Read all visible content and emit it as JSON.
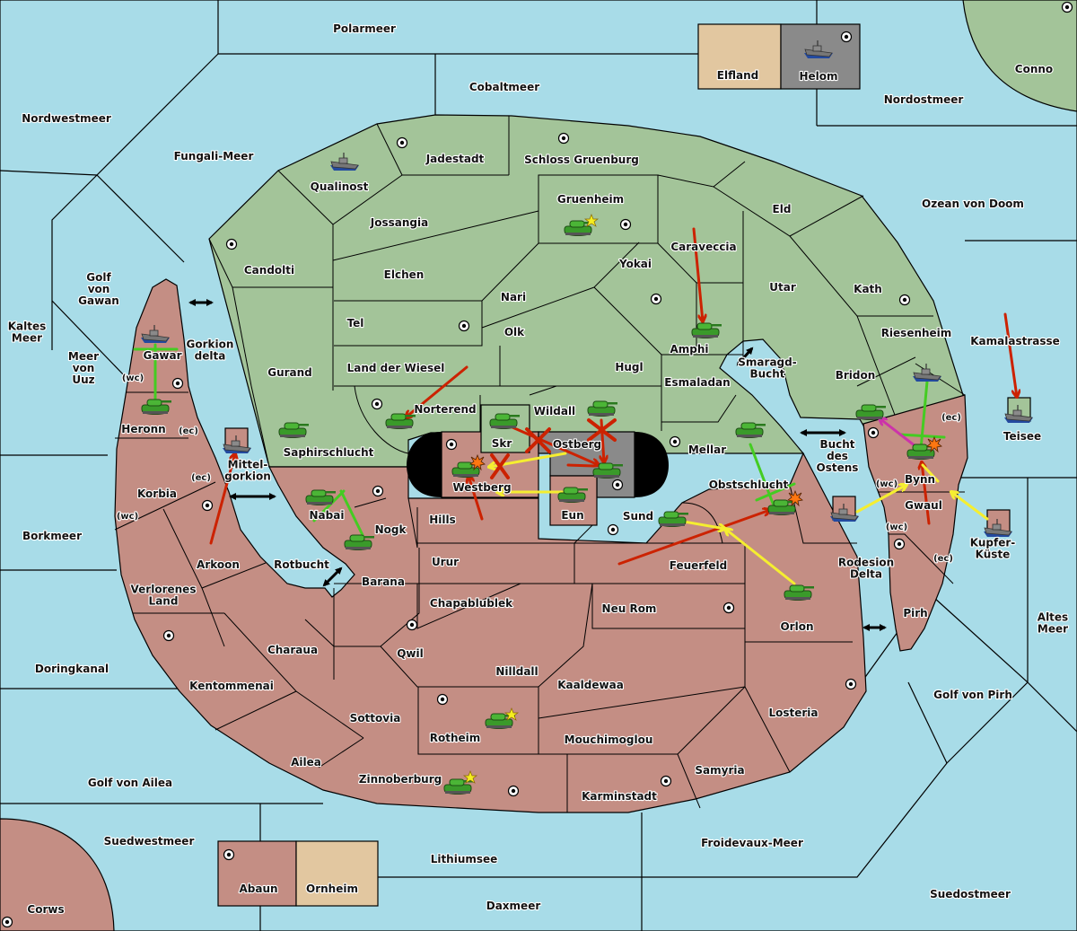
{
  "map": {
    "colors": {
      "sea": "#a8dce8",
      "green_power": "#a3c499",
      "red_power": "#c48e84",
      "neutral": "#e2c7a0",
      "impassable": "#8a8a8a",
      "move_order": "#cc2200",
      "support_order": "#44cc22",
      "convoy_order": "#f5ee30",
      "retreat_order": "#cc33aa"
    },
    "sea_labels": [
      {
        "id": "polarmeer",
        "text": "Polarmeer"
      },
      {
        "id": "cobaltmeer",
        "text": "Cobaltmeer"
      },
      {
        "id": "nordwestmeer",
        "text": "Nordwestmeer"
      },
      {
        "id": "fungali-meer",
        "text": "Fungali-Meer"
      },
      {
        "id": "nordostmeer",
        "text": "Nordostmeer"
      },
      {
        "id": "ozean-von-doom",
        "text": "Ozean von Doom"
      },
      {
        "id": "golf-von-gawan",
        "text": "Golf von Gawan"
      },
      {
        "id": "kaltes-meer",
        "text": "Kaltes Meer"
      },
      {
        "id": "meer-von-uuz",
        "text": "Meer von Uuz"
      },
      {
        "id": "gorkion-delta",
        "text": "Gorkion delta"
      },
      {
        "id": "mittel-gorkion",
        "text": "Mittel- gorkion"
      },
      {
        "id": "kamalastrasse",
        "text": "Kamalastrasse"
      },
      {
        "id": "smaragd-bucht",
        "text": "Smaragd- Bucht"
      },
      {
        "id": "bucht-des-ostens",
        "text": "Bucht des Ostens"
      },
      {
        "id": "borkmeer",
        "text": "Borkmeer"
      },
      {
        "id": "rotbucht",
        "text": "Rotbucht"
      },
      {
        "id": "rodesion-delta",
        "text": "Rodesion Delta"
      },
      {
        "id": "kupfer-kueste",
        "text": "Kupfer- Küste"
      },
      {
        "id": "altes-meer",
        "text": "Altes Meer"
      },
      {
        "id": "doringkanal",
        "text": "Doringkanal"
      },
      {
        "id": "golf-von-pirh",
        "text": "Golf von Pirh"
      },
      {
        "id": "golf-von-ailea",
        "text": "Golf von Ailea"
      },
      {
        "id": "suedwestmeer",
        "text": "Suedwestmeer"
      },
      {
        "id": "lithiumsee",
        "text": "Lithiumsee"
      },
      {
        "id": "froidevaux-meer",
        "text": "Froidevaux-Meer"
      },
      {
        "id": "daxmeer",
        "text": "Daxmeer"
      },
      {
        "id": "suedostmeer",
        "text": "Suedostmeer"
      }
    ],
    "green_territories": [
      {
        "id": "qualinost",
        "text": "Qualinost"
      },
      {
        "id": "jadestadt",
        "text": "Jadestadt"
      },
      {
        "id": "schloss-gruenburg",
        "text": "Schloss Gruenburg"
      },
      {
        "id": "gruenheim",
        "text": "Gruenheim"
      },
      {
        "id": "candolti",
        "text": "Candolti"
      },
      {
        "id": "jossangia",
        "text": "Jossangia"
      },
      {
        "id": "eld",
        "text": "Eld"
      },
      {
        "id": "caraveccia",
        "text": "Caraveccia"
      },
      {
        "id": "elchen",
        "text": "Elchen"
      },
      {
        "id": "yokai",
        "text": "Yokai"
      },
      {
        "id": "nari",
        "text": "Nari"
      },
      {
        "id": "utar",
        "text": "Utar"
      },
      {
        "id": "kath",
        "text": "Kath"
      },
      {
        "id": "tel",
        "text": "Tel"
      },
      {
        "id": "olk",
        "text": "Olk"
      },
      {
        "id": "amphi",
        "text": "Amphi"
      },
      {
        "id": "riesenheim",
        "text": "Riesenheim"
      },
      {
        "id": "gurand",
        "text": "Gurand"
      },
      {
        "id": "land-der-wiesel",
        "text": "Land der Wiesel"
      },
      {
        "id": "hugl",
        "text": "Hugl"
      },
      {
        "id": "bridon",
        "text": "Bridon"
      },
      {
        "id": "esmaladan",
        "text": "Esmaladan"
      },
      {
        "id": "norterend",
        "text": "Norterend"
      },
      {
        "id": "wildall",
        "text": "Wildall"
      },
      {
        "id": "skr",
        "text": "Skr"
      },
      {
        "id": "saphirschlucht",
        "text": "Saphirschlucht"
      },
      {
        "id": "mellar",
        "text": "Mellar"
      },
      {
        "id": "conno",
        "text": "Conno"
      },
      {
        "id": "teisee",
        "text": "Teisee"
      }
    ],
    "red_territories": [
      {
        "id": "gawar",
        "text": "Gawar"
      },
      {
        "id": "heronn",
        "text": "Heronn"
      },
      {
        "id": "korbia",
        "text": "Korbia"
      },
      {
        "id": "arkoon",
        "text": "Arkoon"
      },
      {
        "id": "verlorenes-land",
        "text": "Verlorenes Land"
      },
      {
        "id": "kentommenai",
        "text": "Kentommenai"
      },
      {
        "id": "charaua",
        "text": "Charaua"
      },
      {
        "id": "ailea",
        "text": "Ailea"
      },
      {
        "id": "nabai",
        "text": "Nabai"
      },
      {
        "id": "nogk",
        "text": "Nogk"
      },
      {
        "id": "barana",
        "text": "Barana"
      },
      {
        "id": "westberg",
        "text": "Westberg"
      },
      {
        "id": "hills",
        "text": "Hills"
      },
      {
        "id": "eun",
        "text": "Eun"
      },
      {
        "id": "sund",
        "text": "Sund"
      },
      {
        "id": "obstschlucht",
        "text": "Obstschlucht"
      },
      {
        "id": "urur",
        "text": "Urur"
      },
      {
        "id": "feuerfeld",
        "text": "Feuerfeld"
      },
      {
        "id": "chapablublek",
        "text": "Chapablublek"
      },
      {
        "id": "neu-rom",
        "text": "Neu Rom"
      },
      {
        "id": "qwil",
        "text": "Qwil"
      },
      {
        "id": "nilldall",
        "text": "Nilldall"
      },
      {
        "id": "kaaldewaa",
        "text": "Kaaldewaa"
      },
      {
        "id": "orlon",
        "text": "Orlon"
      },
      {
        "id": "sottovia",
        "text": "Sottovia"
      },
      {
        "id": "rotheim",
        "text": "Rotheim"
      },
      {
        "id": "mouchimoglou",
        "text": "Mouchimoglou"
      },
      {
        "id": "losteria",
        "text": "Losteria"
      },
      {
        "id": "zinnoberburg",
        "text": "Zinnoberburg"
      },
      {
        "id": "karminstadt",
        "text": "Karminstadt"
      },
      {
        "id": "samyria",
        "text": "Samyria"
      },
      {
        "id": "bynn",
        "text": "Bynn"
      },
      {
        "id": "gwaul",
        "text": "Gwaul"
      },
      {
        "id": "pirh",
        "text": "Pirh"
      },
      {
        "id": "corws",
        "text": "Corws"
      },
      {
        "id": "abaun",
        "text": "Abaun"
      },
      {
        "id": "mittel-gorkion-isle",
        "text": ""
      },
      {
        "id": "kupfer-isle",
        "text": ""
      },
      {
        "id": "bucht-isle",
        "text": ""
      }
    ],
    "neutral_territories": [
      {
        "id": "elfland",
        "text": "Elfland"
      },
      {
        "id": "ornheim",
        "text": "Ornheim"
      }
    ],
    "impassable_territories": [
      {
        "id": "helom",
        "text": "Helom"
      },
      {
        "id": "ostberg",
        "text": "Ostberg"
      }
    ],
    "coast_labels": {
      "wc": "(wc)",
      "ec": "(ec)"
    },
    "unit_legend": {
      "army": "tank",
      "fleet": "ship",
      "home_center": "star",
      "dislodged": "explosion"
    }
  }
}
